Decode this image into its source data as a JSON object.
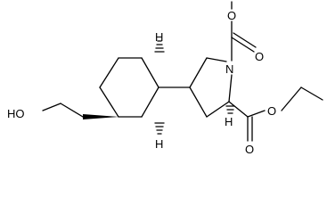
{
  "molecule": {
    "atoms": {
      "nitrogen": "N",
      "ester_top_carbonyl_o": "O",
      "ester_top_ether_o": "O",
      "ester_bottom_carbonyl_o": "O",
      "ester_bottom_ether_o": "O",
      "hydroxyl": "HO"
    },
    "stereo_labels": {
      "ring_fusion_top_h": "H",
      "ring_fusion_bottom_h": "H",
      "c3_h": "H"
    }
  }
}
